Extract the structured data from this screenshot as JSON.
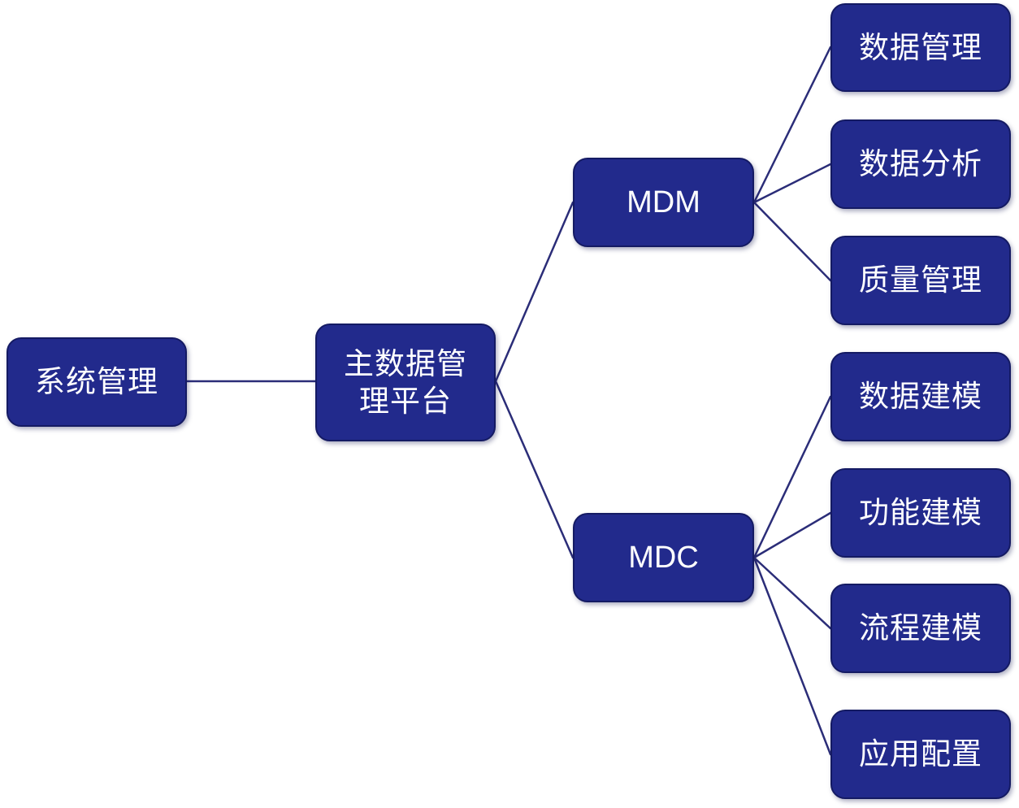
{
  "diagram": {
    "root": {
      "label": "系统管理"
    },
    "platform": {
      "label": "主数据管理平台"
    },
    "mdm": {
      "label": "MDM",
      "children": [
        "数据管理",
        "数据分析",
        "质量管理"
      ]
    },
    "mdc": {
      "label": "MDC",
      "children": [
        "数据建模",
        "功能建模",
        "流程建模",
        "应用配置"
      ]
    }
  },
  "colors": {
    "node_fill": "#222a8c",
    "node_border": "#141a63",
    "node_text": "#ffffff",
    "connector": "#2b2d78",
    "background": "#ffffff"
  }
}
